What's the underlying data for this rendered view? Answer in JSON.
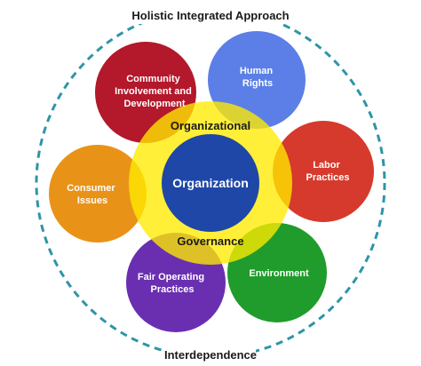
{
  "ring": {
    "top_text": "Holistic Integrated Approach",
    "bottom_text": "Interdependence",
    "dash_color": "#2e95a6"
  },
  "core": {
    "inner_label": "Organization",
    "upper_band": "Organizational",
    "lower_band": "Governance",
    "inner_color": "#1f47a8",
    "halo_color": "#ffea00"
  },
  "subjects": [
    {
      "id": "community",
      "lines": [
        "Community",
        "Involvement and",
        "Development"
      ],
      "color": "#b3182b"
    },
    {
      "id": "human-rights",
      "lines": [
        "Human",
        "Rights"
      ],
      "color": "#5b7fe6"
    },
    {
      "id": "labor",
      "lines": [
        "Labor",
        "Practices"
      ],
      "color": "#d63a2c"
    },
    {
      "id": "environment",
      "lines": [
        "Environment"
      ],
      "color": "#1f9c2c"
    },
    {
      "id": "fair-operating",
      "lines": [
        "Fair Operating",
        "Practices"
      ],
      "color": "#6a2fb0"
    },
    {
      "id": "consumer",
      "lines": [
        "Consumer",
        "Issues"
      ],
      "color": "#e89318"
    }
  ]
}
